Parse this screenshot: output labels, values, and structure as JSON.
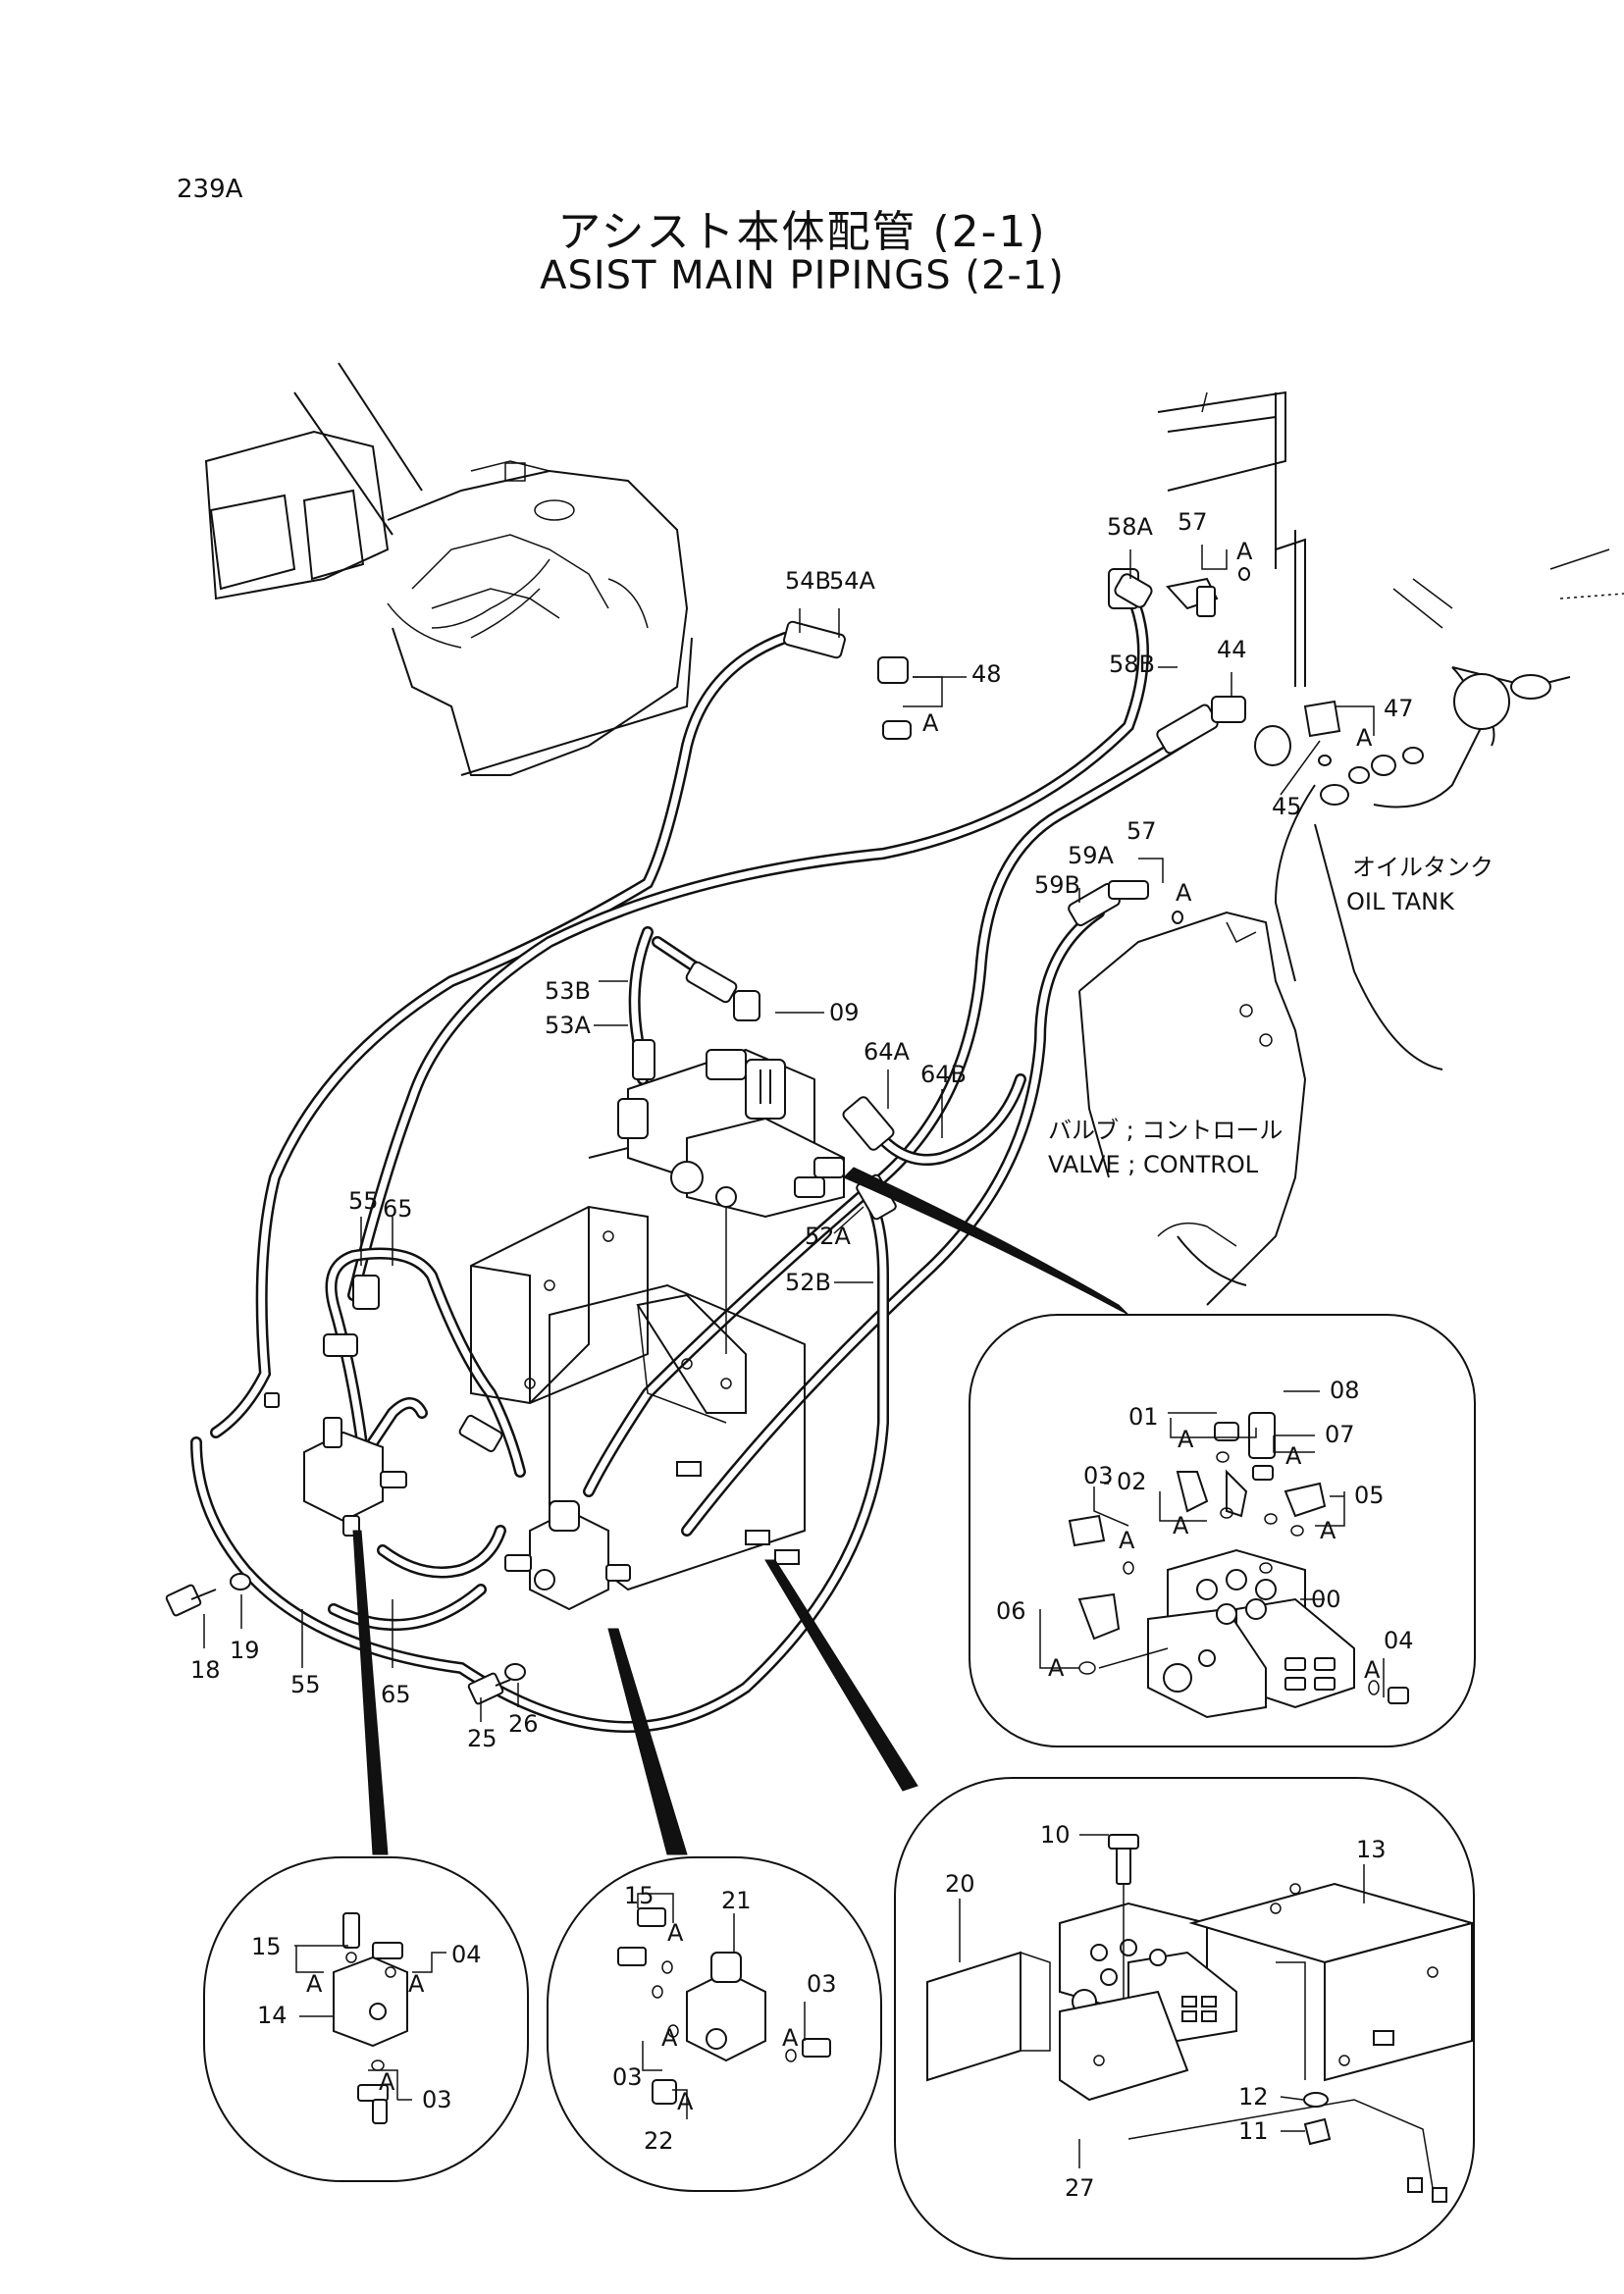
{
  "page_code": "239A",
  "title_jp": "アシスト本体配管 (2-1)",
  "title_en": "ASIST MAIN PIPINGS (2-1)",
  "notes": {
    "oil_tank_jp": "オイルタンク",
    "oil_tank_en": "OIL TANK",
    "valve_jp": "バルブ ; コントロール",
    "valve_en": "VALVE ; CONTROL"
  },
  "main_labels": {
    "l54b": "54B",
    "l54a": "54A",
    "l48": "48",
    "l58a": "58A",
    "l57": "57",
    "l58b": "58B",
    "l44": "44",
    "l47": "47",
    "l45": "45",
    "l57b": "57",
    "l59a": "59A",
    "l59b": "59B",
    "l53b": "53B",
    "l53a": "53A",
    "l09": "09",
    "l64a": "64A",
    "l64b": "64B",
    "l55": "55",
    "l65": "65",
    "l52a": "52A",
    "l52b": "52B",
    "l18": "18",
    "l19": "19",
    "l55b": "55",
    "l65b": "65",
    "l25": "25",
    "l26": "26",
    "a1": "A",
    "a2": "A",
    "a3": "A",
    "a4": "A"
  },
  "detail_valve": {
    "l01": "01",
    "l08": "08",
    "l07": "07",
    "l03": "03",
    "l02": "02",
    "l05": "05",
    "l06": "06",
    "l00": "00",
    "l04": "04",
    "a1": "A",
    "a2": "A",
    "a3": "A",
    "a4": "A",
    "a5": "A",
    "a6": "A",
    "a7": "A"
  },
  "detail_block": {
    "l15": "15",
    "l04": "04",
    "l14": "14",
    "l03": "03",
    "a1": "A",
    "a2": "A",
    "a3": "A"
  },
  "detail_check": {
    "l15": "15",
    "l21": "21",
    "l03a": "03",
    "l03b": "03",
    "l22": "22",
    "a1": "A",
    "a2": "A",
    "a3": "A",
    "a4": "A"
  },
  "detail_bracket": {
    "l10": "10",
    "l13": "13",
    "l20": "20",
    "l12": "12",
    "l11": "11",
    "l27": "27"
  }
}
